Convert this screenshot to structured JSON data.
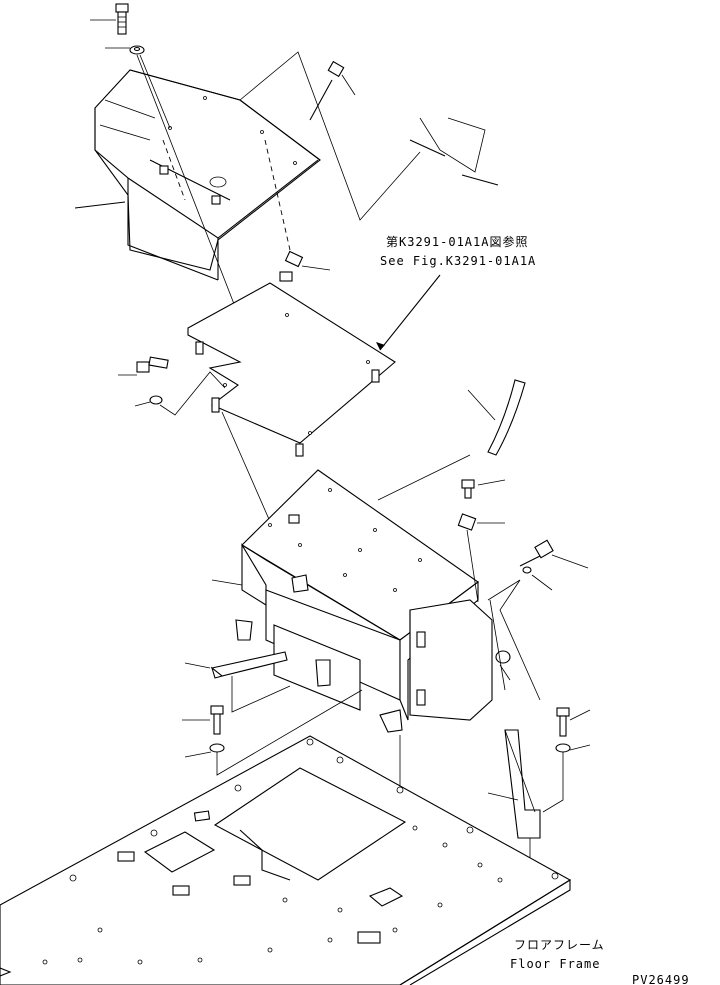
{
  "reference_note": {
    "line_jp": "第K3291-01A1A図参照",
    "line_en": "See Fig.K3291-01A1A"
  },
  "floor_frame_label": {
    "jp": "フロアフレーム",
    "en": "Floor Frame"
  },
  "drawing_number": "PV26499"
}
